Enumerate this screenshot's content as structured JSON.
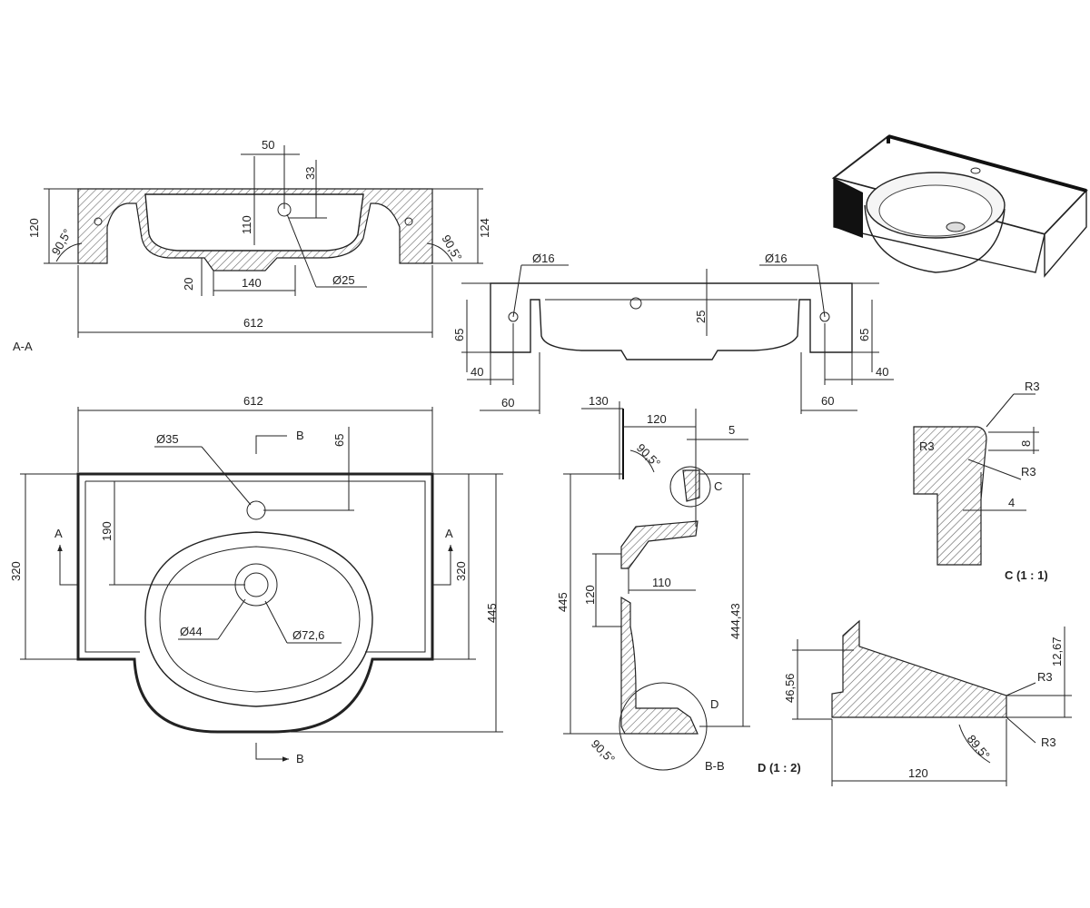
{
  "views": {
    "section_aa": {
      "label": "A-A",
      "dims": {
        "d50": "50",
        "d33": "33",
        "d120": "120",
        "d110": "110",
        "d124": "124",
        "ang_left": "90,5°",
        "ang_right": "90,5°",
        "d20": "20",
        "d140": "140",
        "dia25": "Ø25",
        "d612": "612"
      }
    },
    "back_view": {
      "dims": {
        "dia16_left": "Ø16",
        "dia16_right": "Ø16",
        "d25": "25",
        "d65_left": "65",
        "d65_right": "65",
        "d40_left": "40",
        "d40_right": "40",
        "d60_left": "60",
        "d60_right": "60"
      }
    },
    "top_view": {
      "section_marks": {
        "a_left": "A",
        "a_right": "A",
        "b_top": "B",
        "b_bottom": "B"
      },
      "dims": {
        "d612": "612",
        "dia35": "Ø35",
        "d65": "65",
        "d190": "190",
        "d320_left": "320",
        "d320_right": "320",
        "d445": "445",
        "dia44": "Ø44",
        "dia72": "Ø72,6"
      }
    },
    "section_bb": {
      "label": "B-B",
      "detail_c": "C",
      "detail_d": "D",
      "dims": {
        "d130": "130",
        "d120": "120",
        "d5": "5",
        "ang_top": "90,5°",
        "d445": "445",
        "d444": "444,43",
        "d120b": "120",
        "d110": "110",
        "ang_bottom": "90,5°"
      }
    },
    "detail_c": {
      "label": "C  (1 : 1)",
      "dims": {
        "r3_top": "R3",
        "r3_left": "R3",
        "r3_right": "R3",
        "d8": "8",
        "d4": "4"
      }
    },
    "detail_d": {
      "label": "D  (1 : 2)",
      "dims": {
        "d4656": "46,56",
        "d1267": "12,67",
        "r3_top": "R3",
        "r3_bottom": "R3",
        "ang": "89,5°",
        "d120": "120"
      }
    }
  }
}
